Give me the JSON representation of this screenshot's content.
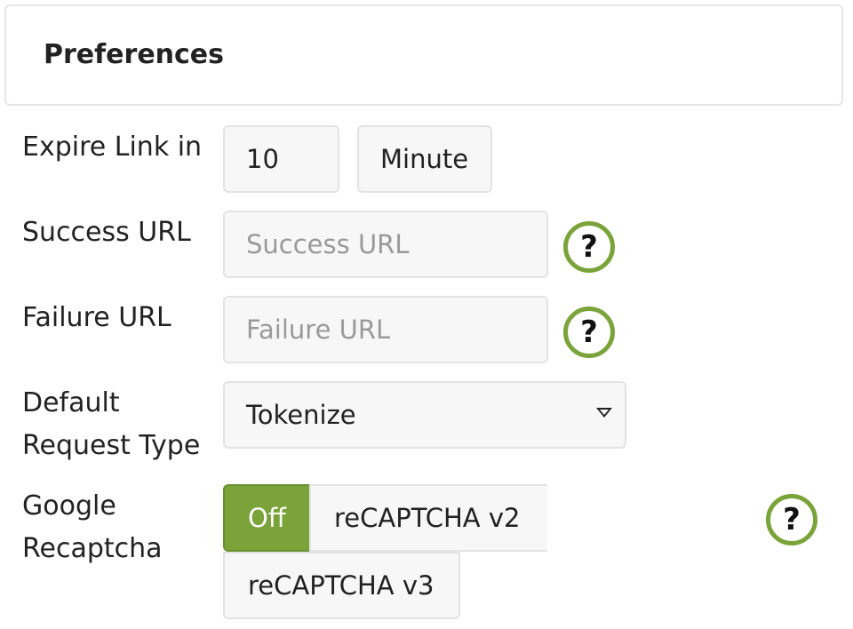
{
  "panel": {
    "title": "Preferences"
  },
  "expire": {
    "label": "Expire Link in",
    "value": "10",
    "unit": "Minute"
  },
  "success_url": {
    "label": "Success URL",
    "placeholder": "Success URL"
  },
  "failure_url": {
    "label": "Failure URL",
    "placeholder": "Failure URL"
  },
  "request_type": {
    "label_line1": "Default",
    "label_line2": "Request Type",
    "selected": "Tokenize"
  },
  "recaptcha": {
    "label_line1": "Google",
    "label_line2": "Recaptcha",
    "options": [
      "Off",
      "reCAPTCHA v2",
      "reCAPTCHA v3"
    ],
    "selected": "Off"
  },
  "help_glyph": "?",
  "colors": {
    "accent": "#7aa33a",
    "field_bg": "#f7f7f7",
    "border": "#e3e3e3"
  }
}
